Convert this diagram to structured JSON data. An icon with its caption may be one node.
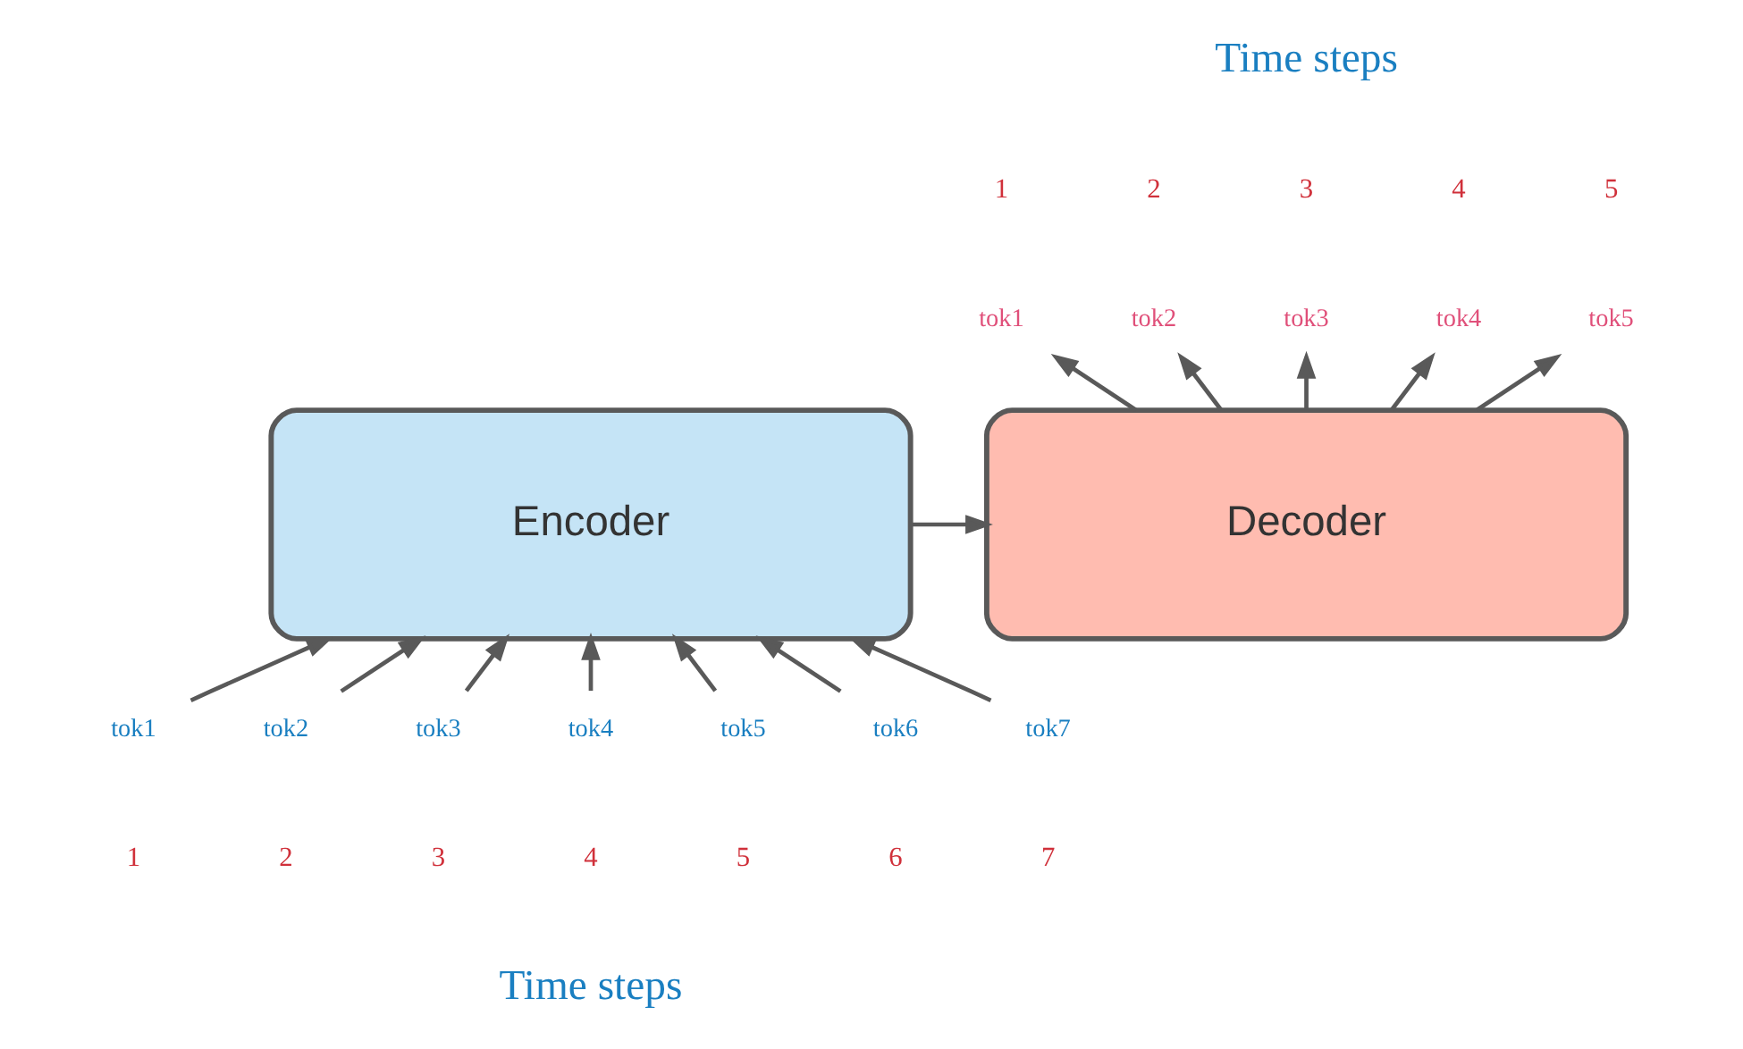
{
  "diagram": {
    "nodes": [
      {
        "text": [
          "Encoder"
        ]
      },
      {
        "text": [
          "Decoder"
        ]
      },
      {
        "text": [
          "tok1"
        ]
      },
      {
        "text": [
          "tok2"
        ]
      },
      {
        "text": [
          "tok3"
        ]
      },
      {
        "text": [
          "tok4"
        ]
      },
      {
        "text": [
          "tok5"
        ]
      },
      {
        "text": [
          "tok6"
        ]
      },
      {
        "text": [
          "tok7"
        ]
      },
      {
        "text": [
          "tok1"
        ]
      },
      {
        "text": [
          "tok2"
        ]
      },
      {
        "text": [
          "tok3"
        ]
      },
      {
        "text": [
          "tok4"
        ]
      },
      {
        "text": [
          "tok5"
        ]
      }
    ],
    "edges": [
      {
        "from": 2,
        "to": 0,
        "arrow": "to"
      },
      {
        "from": 3,
        "to": 0,
        "arrow": "to"
      },
      {
        "from": 4,
        "to": 0,
        "arrow": "to"
      },
      {
        "from": 5,
        "to": 0,
        "arrow": "to"
      },
      {
        "from": 6,
        "to": 0,
        "arrow": "to"
      },
      {
        "from": 7,
        "to": 0,
        "arrow": "to"
      },
      {
        "from": 8,
        "to": 0,
        "arrow": "to"
      },
      {
        "from": 0,
        "to": 1,
        "arrow": "to"
      },
      {
        "from": 1,
        "to": 9,
        "arrow": "to"
      },
      {
        "from": 1,
        "to": 10,
        "arrow": "to"
      },
      {
        "from": 1,
        "to": 11,
        "arrow": "to"
      },
      {
        "from": 1,
        "to": 12,
        "arrow": "to"
      },
      {
        "from": 1,
        "to": 13,
        "arrow": "to"
      }
    ],
    "labels": [
      "Time steps",
      "1",
      "2",
      "3",
      "4",
      "5",
      "1",
      "2",
      "3",
      "4",
      "5",
      "6",
      "7",
      "Time steps"
    ]
  }
}
